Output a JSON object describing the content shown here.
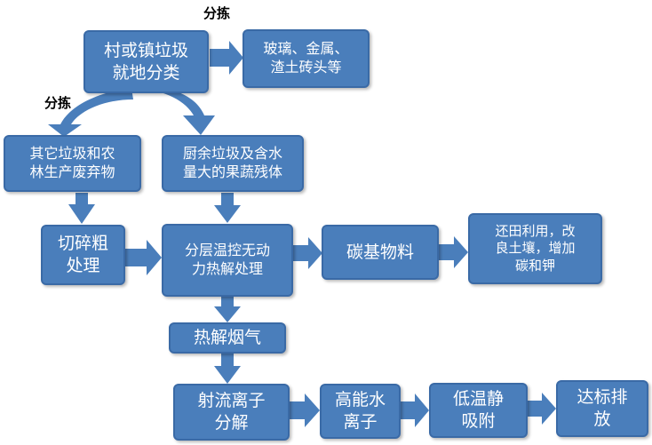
{
  "colors": {
    "box_fill": "#4a7ebb",
    "box_border": "#3a6aa6",
    "arrow": "#4a7ebb",
    "text": "#ffffff"
  },
  "labels": {
    "sort_top": "分拣",
    "sort_left": "分拣"
  },
  "nodes": {
    "village_sort": "村或镇垃圾\n就地分类",
    "glass_metal": "玻璃、金属、\n渣土砖头等",
    "other_waste": "其它垃圾和农\n林生产废弃物",
    "kitchen_waste": "厨余垃圾及含水\n量大的果蔬残体",
    "coarse_crush": "切碎粗\n处理",
    "pyrolysis": "分层温控无动\n力热解处理",
    "carbon_material": "碳基物料",
    "soil_use": "还田利用，改\n良土壤，增加\n碳和钾",
    "pyro_smoke": "热解烟气",
    "jet_ion": "射流离子\n分解",
    "water_ion": "高能水\n离子",
    "low_temp": "低温静\n吸附",
    "emission": "达标排\n放"
  }
}
